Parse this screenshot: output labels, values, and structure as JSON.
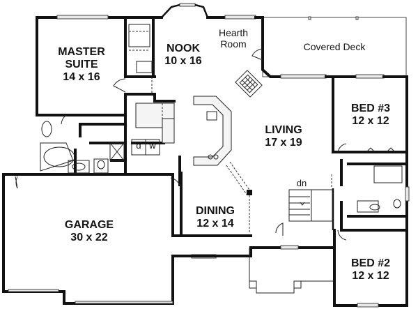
{
  "floor_plan": {
    "rooms": [
      {
        "id": "master",
        "name_line1": "MASTER",
        "name_line2": "SUITE",
        "size": "14 x 16"
      },
      {
        "id": "nook",
        "name": "NOOK",
        "size": "10 x 16"
      },
      {
        "id": "hearth",
        "name_line1": "Hearth",
        "name_line2": "Room"
      },
      {
        "id": "deck",
        "name": "Covered Deck"
      },
      {
        "id": "bed3",
        "name": "BED #3",
        "size": "12 x 12"
      },
      {
        "id": "living",
        "name": "LIVING",
        "size": "17 x 19"
      },
      {
        "id": "garage",
        "name": "GARAGE",
        "size": "30 x 22"
      },
      {
        "id": "dining",
        "name": "DINING",
        "size": "12 x 14"
      },
      {
        "id": "bed2",
        "name": "BED #2",
        "size": "12 x 12"
      }
    ],
    "annotations": {
      "dryer": "d",
      "washer": "w",
      "stairs_down": "dn"
    }
  }
}
